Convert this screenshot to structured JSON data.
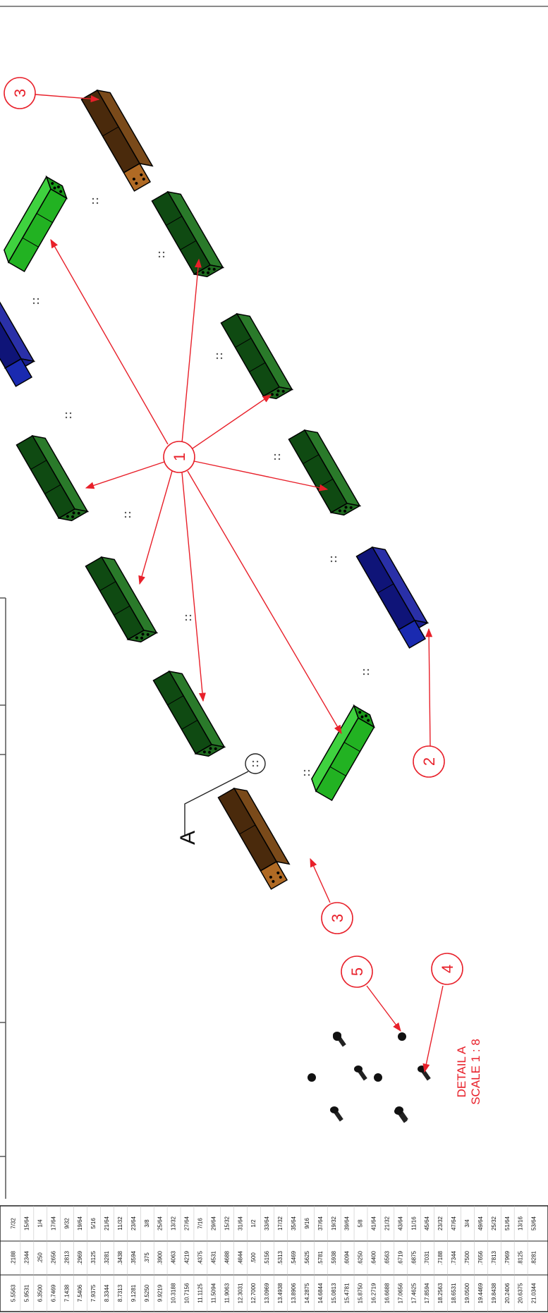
{
  "callouts": {
    "part1": "1",
    "part2": "2",
    "part3_top": "3",
    "part3_bottom": "3",
    "part4": "4",
    "part5": "5"
  },
  "detail_marker": "A",
  "detail_title": "DETAIL A",
  "detail_scale": "SCALE 1 : 8",
  "colors": {
    "callout": "#e8202a",
    "green_dark": "#0f4a12",
    "green_light": "#22b222",
    "blue": "#0f1478",
    "brown": "#5a3210"
  },
  "conversion_table": {
    "columns": [
      [
        "7/32",
        "15/64",
        "1/4",
        "17/64",
        "9/32",
        "19/64",
        "5/16",
        "21/64",
        "11/32",
        "23/64",
        "3/8",
        "25/64",
        "13/32",
        "27/64",
        "7/16",
        "29/64",
        "15/32",
        "31/64",
        "1/2",
        "33/64",
        "17/32",
        "35/64",
        "9/16",
        "37/64",
        "19/32",
        "39/64",
        "5/8",
        "41/64",
        "21/32",
        "43/64",
        "11/16",
        "45/64",
        "23/32",
        "47/64",
        "3/4",
        "49/64",
        "25/32",
        "51/64",
        "13/16",
        "53/64"
      ],
      [
        ".2188",
        ".2344",
        ".250",
        ".2656",
        ".2813",
        ".2969",
        ".3125",
        ".3281",
        ".3438",
        ".3594",
        ".375",
        ".3900",
        ".4063",
        ".4219",
        ".4375",
        ".4531",
        ".4688",
        ".4844",
        ".500",
        ".5156",
        ".5313",
        ".5469",
        ".5625",
        ".5781",
        ".5938",
        ".6094",
        ".6250",
        ".6400",
        ".6563",
        ".6719",
        ".6875",
        ".7031",
        ".7188",
        ".7344",
        ".7500",
        ".7656",
        ".7813",
        ".7969",
        ".8125",
        ".8281"
      ],
      [
        "5.5563",
        "5.9531",
        "6.3500",
        "6.7469",
        "7.1438",
        "7.5406",
        "7.9375",
        "8.3344",
        "8.7313",
        "9.1281",
        "9.5250",
        "9.9219",
        "10.3188",
        "10.7156",
        "11.1125",
        "11.5094",
        "11.9063",
        "12.3031",
        "12.7000",
        "13.0969",
        "13.4938",
        "13.8906",
        "14.2875",
        "14.6844",
        "15.0813",
        "15.4781",
        "15.8750",
        "16.2719",
        "16.6688",
        "17.0656",
        "17.4625",
        "17.8594",
        "18.2563",
        "18.6531",
        "19.0500",
        "19.4469",
        "19.8438",
        "20.2406",
        "20.6375",
        "21.0344"
      ]
    ]
  }
}
